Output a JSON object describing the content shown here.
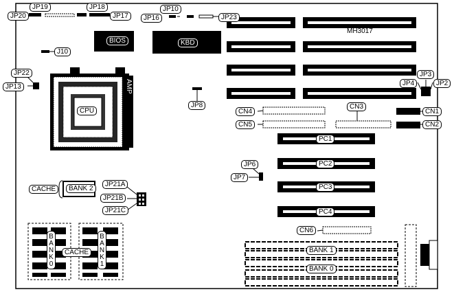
{
  "board": {
    "model": "MH3017"
  },
  "chips": {
    "bios": "BIOS",
    "kbd": "KBD",
    "cpu": "CPU",
    "amp": "AMP"
  },
  "jumpers": {
    "jp2": "JP2",
    "jp3": "JP3",
    "jp4": "JP4",
    "jp6": "JP6",
    "jp7": "JP7",
    "jp8": "JP8",
    "jp10": "JP10",
    "jp13": "JP13",
    "jp16": "JP16",
    "jp17": "JP17",
    "jp18": "JP18",
    "jp19": "JP19",
    "jp20": "JP20",
    "jp21a": "JP21A",
    "jp21b": "JP21B",
    "jp21c": "JP21C",
    "jp22": "JP22",
    "jp23": "JP23",
    "j10": "J10"
  },
  "connectors": {
    "cn1": "CN1",
    "cn2": "CN2",
    "cn3": "CN3",
    "cn4": "CN4",
    "cn5": "CN5",
    "cn6": "CN6"
  },
  "pci_slots": [
    "PC1",
    "PC2",
    "PC3",
    "PC4"
  ],
  "memory": {
    "bank1": "BANK 1",
    "bank0": "BANK 0",
    "cache_bank2": "BANK 2",
    "cache_label": "CACHE",
    "cache_bank0": "BANK0",
    "cache_bank1": "BANK1",
    "cache_mid": "CACHE"
  }
}
